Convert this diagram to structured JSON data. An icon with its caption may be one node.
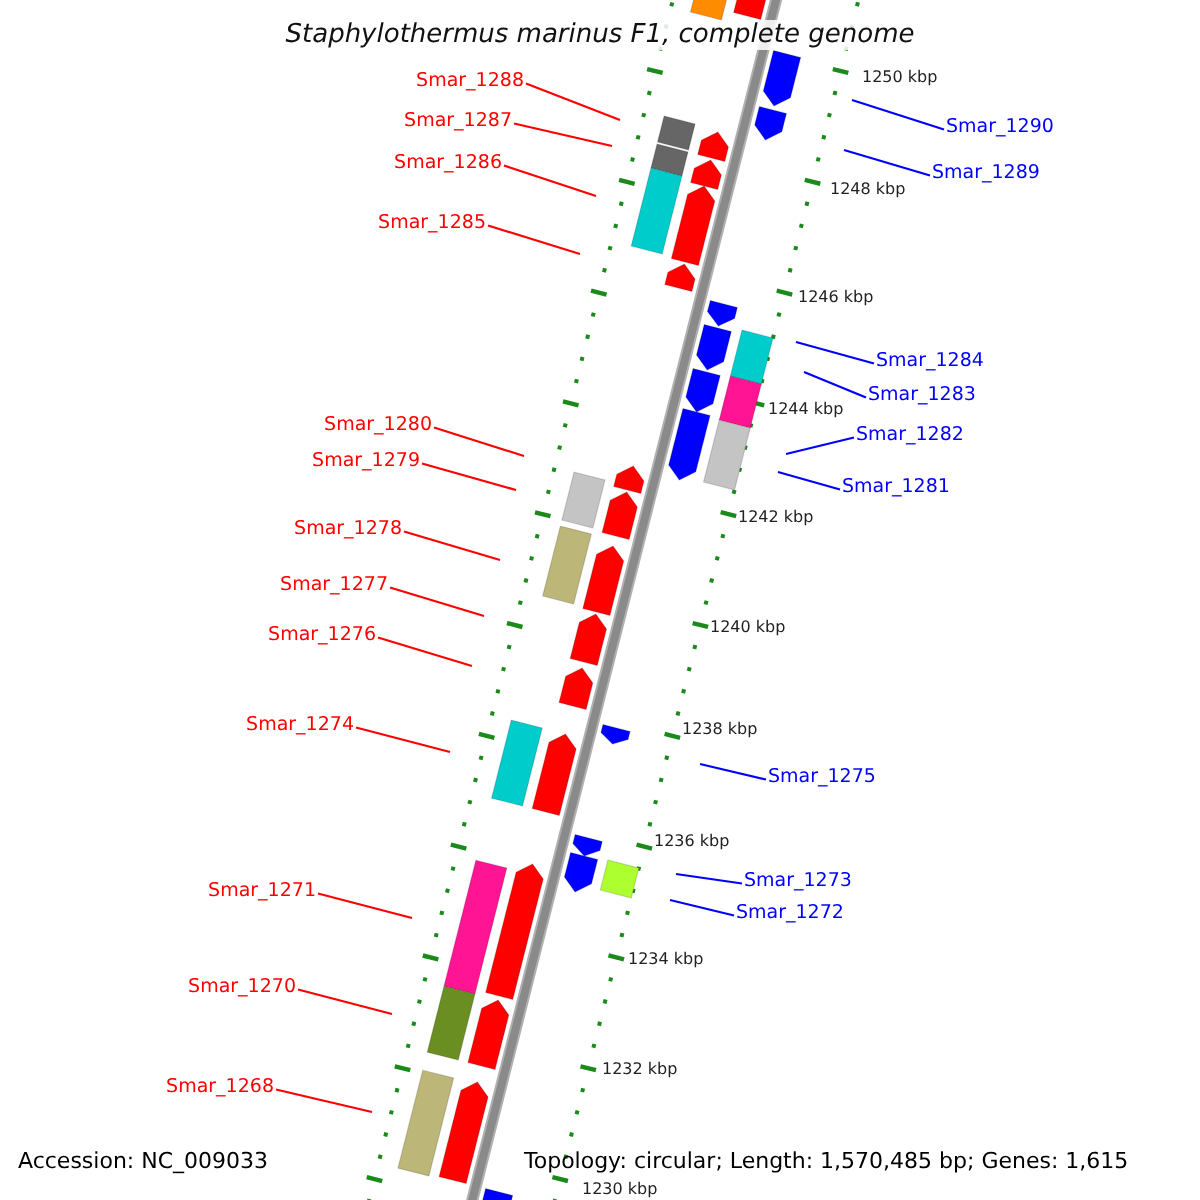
{
  "diagram": {
    "title": "Staphylothermus marinus F1, complete genome",
    "nodes": [
      {
        "text": [
          "Smar_1288"
        ]
      },
      {
        "text": [
          "Smar_1287"
        ]
      },
      {
        "text": [
          "Smar_1286"
        ]
      },
      {
        "text": [
          "Smar_1285"
        ]
      },
      {
        "text": [
          "Smar_1280"
        ]
      },
      {
        "text": [
          "Smar_1279"
        ]
      },
      {
        "text": [
          "Smar_1278"
        ]
      },
      {
        "text": [
          "Smar_1277"
        ]
      },
      {
        "text": [
          "Smar_1276"
        ]
      },
      {
        "text": [
          "Smar_1274"
        ]
      },
      {
        "text": [
          "Smar_1271"
        ]
      },
      {
        "text": [
          "Smar_1270"
        ]
      },
      {
        "text": [
          "Smar_1268"
        ]
      },
      {
        "text": [
          "Smar_1290"
        ]
      },
      {
        "text": [
          "Smar_1289"
        ]
      },
      {
        "text": [
          "Smar_1284"
        ]
      },
      {
        "text": [
          "Smar_1283"
        ]
      },
      {
        "text": [
          "Smar_1282"
        ]
      },
      {
        "text": [
          "Smar_1281"
        ]
      },
      {
        "text": [
          "Smar_1275"
        ]
      },
      {
        "text": [
          "Smar_1273"
        ]
      },
      {
        "text": [
          "Smar_1272"
        ]
      }
    ],
    "edges": [
      {
        "from": 0,
        "to": null,
        "arrow": "none"
      },
      {
        "from": 1,
        "to": null,
        "arrow": "none"
      },
      {
        "from": 2,
        "to": null,
        "arrow": "none"
      },
      {
        "from": 3,
        "to": null,
        "arrow": "none"
      },
      {
        "from": 4,
        "to": null,
        "arrow": "none"
      },
      {
        "from": 5,
        "to": null,
        "arrow": "none"
      },
      {
        "from": 6,
        "to": null,
        "arrow": "none"
      },
      {
        "from": 7,
        "to": null,
        "arrow": "none"
      },
      {
        "from": 8,
        "to": null,
        "arrow": "none"
      },
      {
        "from": 9,
        "to": null,
        "arrow": "none"
      },
      {
        "from": 10,
        "to": null,
        "arrow": "none"
      },
      {
        "from": 11,
        "to": null,
        "arrow": "none"
      },
      {
        "from": 12,
        "to": null,
        "arrow": "none"
      },
      {
        "from": 13,
        "to": null,
        "arrow": "none",
        "color": "#0000ff"
      },
      {
        "from": 14,
        "to": null,
        "arrow": "none",
        "color": "#0000ff"
      },
      {
        "from": 15,
        "to": null,
        "arrow": "none",
        "color": "#0000ff"
      },
      {
        "from": 16,
        "to": null,
        "arrow": "none",
        "color": "#0000ff"
      },
      {
        "from": 17,
        "to": null,
        "arrow": "none",
        "color": "#0000ff"
      },
      {
        "from": 18,
        "to": null,
        "arrow": "none",
        "color": "#0000ff"
      },
      {
        "from": 19,
        "to": null,
        "arrow": "none",
        "color": "#0000ff"
      },
      {
        "from": 20,
        "to": null,
        "arrow": "none",
        "color": "#0000ff"
      },
      {
        "from": 21,
        "to": null,
        "arrow": "none",
        "color": "#0000ff"
      }
    ],
    "labels": [
      "1250 kbp",
      "1248 kbp",
      "1246 kbp",
      "1244 kbp",
      "1242 kbp",
      "1240 kbp",
      "1238 kbp",
      "1236 kbp",
      "1234 kbp",
      "1232 kbp",
      "1230 kbp",
      "Accession: NC_009033",
      "Topology: circular; Length: 1,570,485 bp; Genes: 1,615"
    ]
  }
}
